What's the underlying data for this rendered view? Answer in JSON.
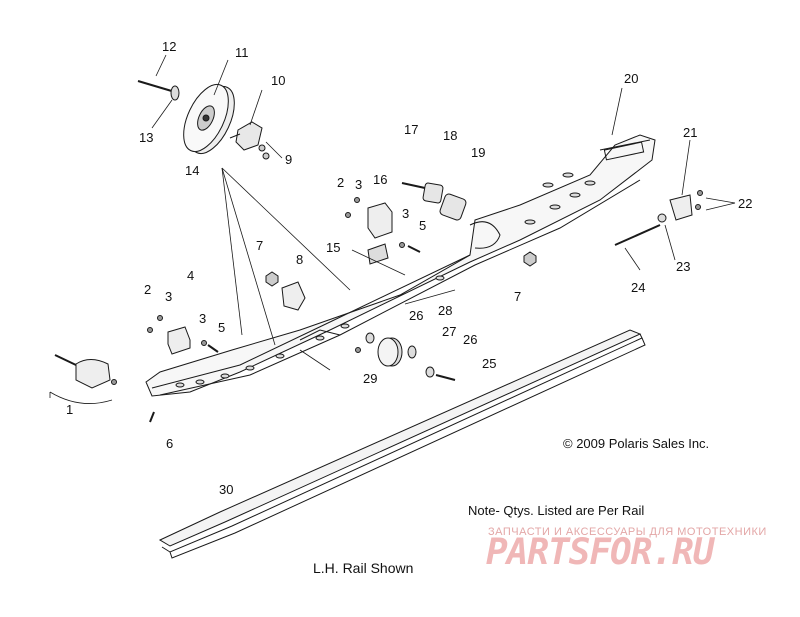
{
  "diagram": {
    "callouts": [
      "1",
      "2",
      "3",
      "4",
      "5",
      "6",
      "7",
      "8",
      "9",
      "10",
      "11",
      "12",
      "13",
      "14",
      "15",
      "16",
      "17",
      "18",
      "19",
      "20",
      "21",
      "22",
      "23",
      "24",
      "25",
      "26",
      "27",
      "28",
      "29",
      "30"
    ],
    "labels": {
      "n1": "1",
      "n2a": "2",
      "n2b": "2",
      "n3a": "3",
      "n3b": "3",
      "n3c": "3",
      "n3d": "3",
      "n4": "4",
      "n5a": "5",
      "n5b": "5",
      "n6": "6",
      "n7a": "7",
      "n7b": "7",
      "n8": "8",
      "n9": "9",
      "n10": "10",
      "n11": "11",
      "n12": "12",
      "n13": "13",
      "n14": "14",
      "n15": "15",
      "n16": "16",
      "n17": "17",
      "n18": "18",
      "n19": "19",
      "n20": "20",
      "n21": "21",
      "n22": "22",
      "n23": "23",
      "n24": "24",
      "n25": "25",
      "n26a": "26",
      "n26b": "26",
      "n27": "27",
      "n28": "28",
      "n29": "29",
      "n30": "30"
    },
    "copyright": "© 2009 Polaris Sales Inc.",
    "note": "Note- Qtys. Listed are Per Rail",
    "caption": "L.H. Rail Shown"
  },
  "watermark": {
    "tagline": "ЗАПЧАСТИ И АКСЕССУАРЫ ДЛЯ МОТОТЕХНИКИ",
    "brand": "PARTSFOR.RU"
  },
  "colors": {
    "line": "#1a1a1a",
    "part_fill": "#f2f2f2",
    "watermark": "#f0b7b7"
  }
}
